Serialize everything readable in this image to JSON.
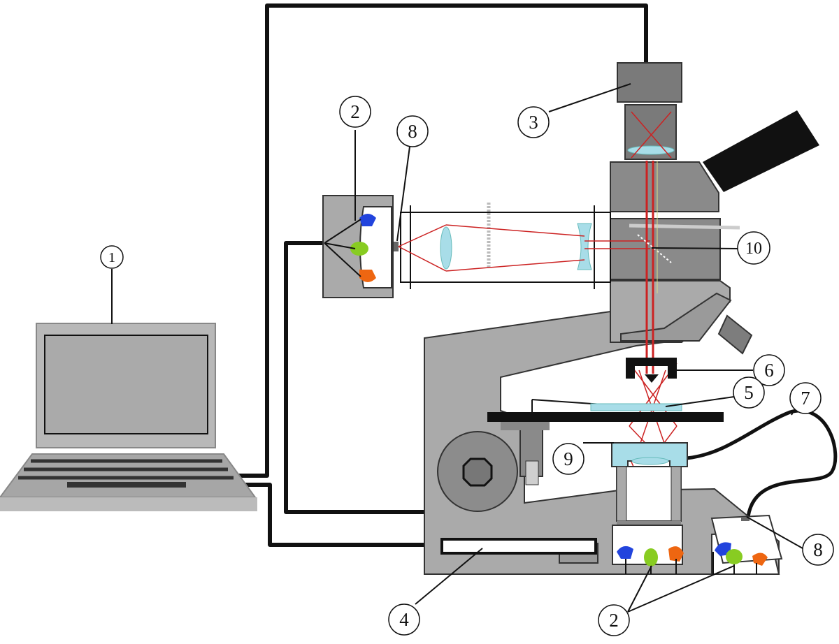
{
  "labels": {
    "laptop": "1",
    "led_head": "2",
    "camera": "3",
    "controller": "4",
    "specimen": "5",
    "objective": "6",
    "fiber": "7",
    "pinhole_top": "8",
    "pinhole_base": "8",
    "condenser": "9",
    "beamsplitter": "10",
    "led_base": "2"
  },
  "colors": {
    "body_gray": "#aaaaaa",
    "dark_gray": "#7d7d7d",
    "beam_red": "#cc2222",
    "lens_cyan": "#a8dde8",
    "led_blue": "#2244dd",
    "led_green": "#88cc22",
    "led_orange": "#ee6611",
    "cable": "#111111"
  }
}
